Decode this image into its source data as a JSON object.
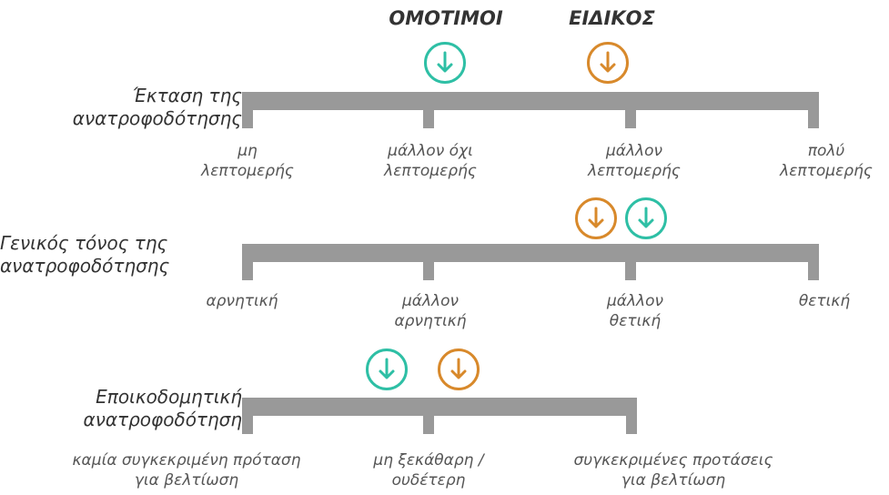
{
  "colors": {
    "peer": "#2ebfa5",
    "expert": "#d8892b",
    "bar": "#999999"
  },
  "legend": {
    "peer": "ΟΜΟΤΙΜΟΙ",
    "expert": "ΕΙΔΙΚΟΣ"
  },
  "rows": [
    {
      "title": "Έκταση της\nανατροφοδότησης",
      "ticks": [
        "μη\nλεπτομερής",
        "μάλλον όχι\nλεπτομερής",
        "μάλλον\nλεπτομερής",
        "πολύ\nλεπτομερής"
      ],
      "peer_icon": "down-arrow-icon",
      "expert_icon": "down-arrow-icon"
    },
    {
      "title": "Γενικός τόνος της\nανατροφοδότησης",
      "ticks": [
        "αρνητική",
        "μάλλον\nαρνητική",
        "μάλλον\nθετική",
        "θετική"
      ],
      "peer_icon": "down-arrow-icon",
      "expert_icon": "down-arrow-icon"
    },
    {
      "title": "Εποικοδομητική\nανατροφοδότηση",
      "ticks": [
        "καμία συγκεκριμένη πρόταση\nγια βελτίωση",
        "μη ξεκάθαρη /\nουδέτερη",
        "συγκεκριμένες προτάσεις\nγια βελτίωση"
      ],
      "peer_icon": "down-arrow-icon",
      "expert_icon": "down-arrow-icon"
    }
  ]
}
